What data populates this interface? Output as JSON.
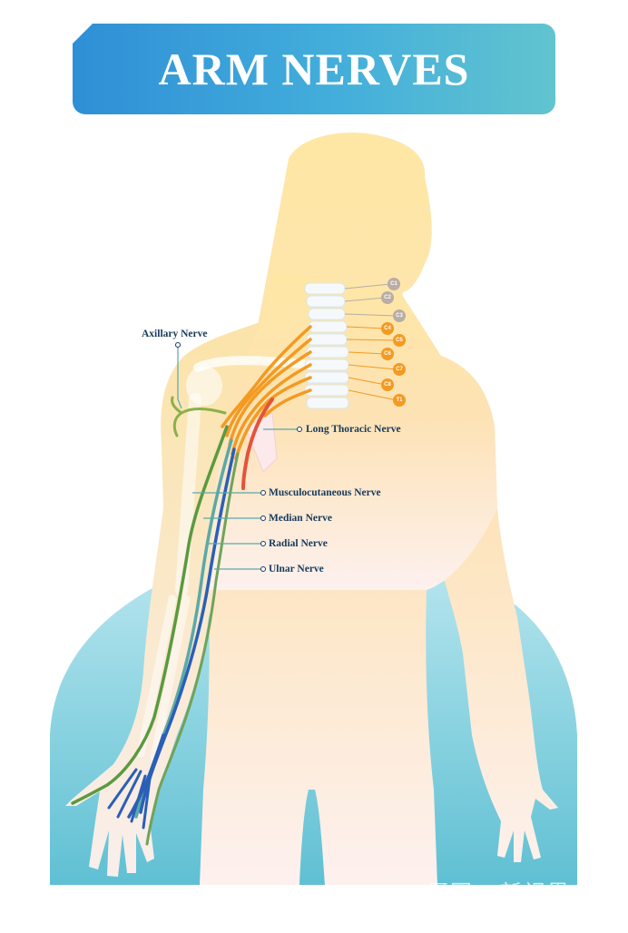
{
  "title": "ARM NERVES",
  "labels": {
    "axillary": "Axillary Nerve",
    "long_thoracic": "Long Thoracic Nerve",
    "musculocutaneous": "Musculocutaneous Nerve",
    "median": "Median Nerve",
    "radial": "Radial Nerve",
    "ulnar": "Ulnar Nerve"
  },
  "vertebrae": [
    "C1",
    "C2",
    "C3",
    "C4",
    "C5",
    "C6",
    "C7",
    "C8",
    "T1"
  ],
  "watermark": "摄图 · 新视界",
  "colors": {
    "banner_start": "#2f8fd6",
    "banner_end": "#62c4cf",
    "body_top": "#fde8a6",
    "body_bottom": "#fde6e4",
    "background_arch": "#7dd0e0",
    "nerve_orange": "#f39a22",
    "nerve_red": "#e5533a",
    "nerve_green": "#5a9a3f",
    "nerve_blue": "#2a5fb8",
    "nerve_teal": "#5aa9a8",
    "vertebra_gray": "#b9ada5",
    "label_text": "#163a5c"
  }
}
